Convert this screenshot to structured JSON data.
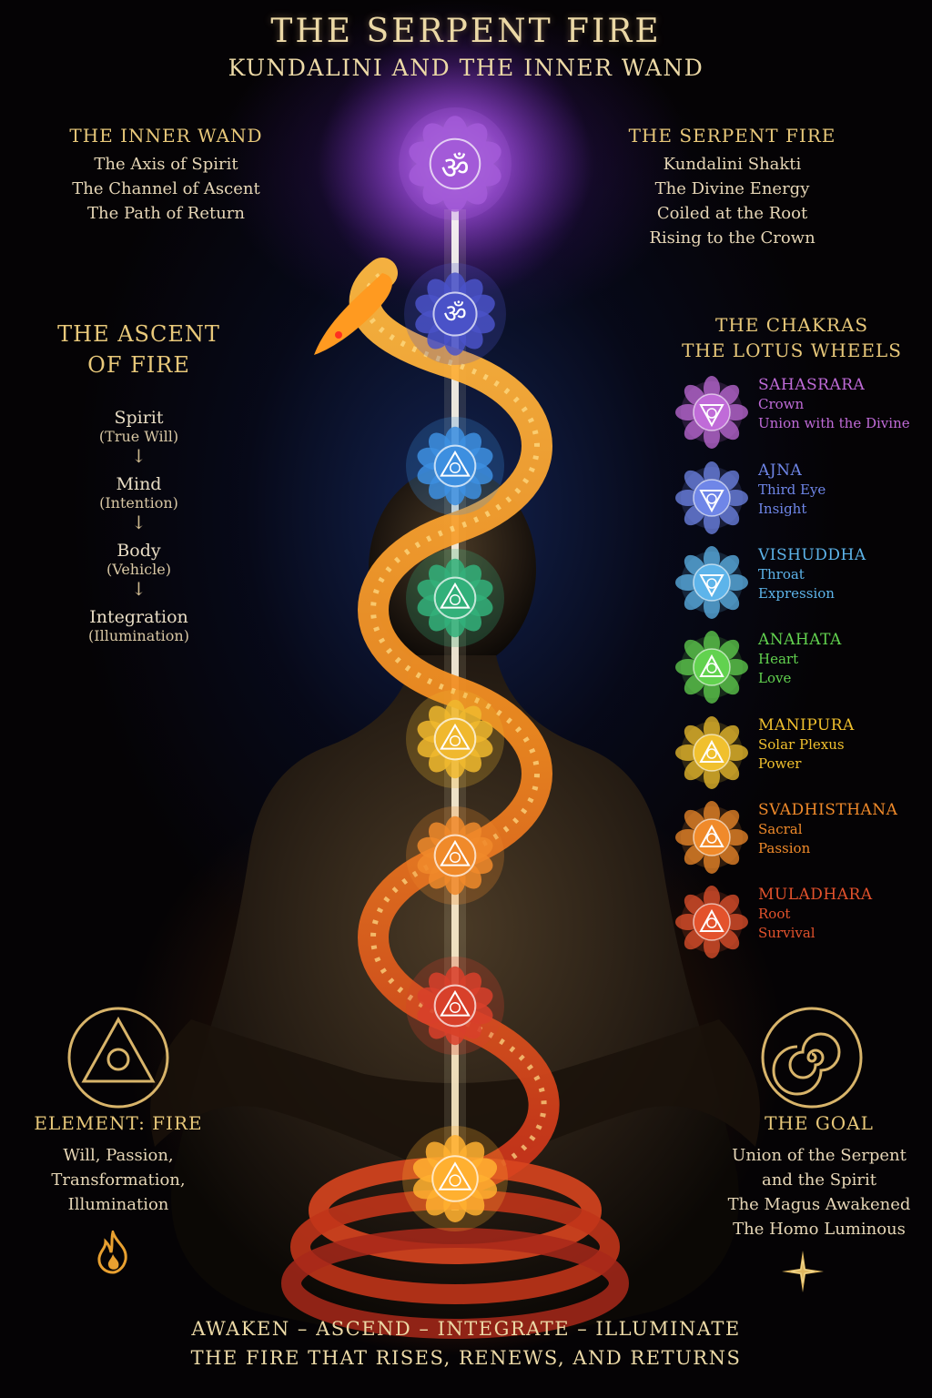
{
  "title": "THE SERPENT FIRE",
  "subtitle": "KUNDALINI AND THE INNER WAND",
  "inner_wand": {
    "heading": "THE INNER WAND",
    "lines": [
      "The Axis of Spirit",
      "The Channel of Ascent",
      "The Path of Return"
    ]
  },
  "serpent_fire": {
    "heading": "THE SERPENT FIRE",
    "lines": [
      "Kundalini Shakti",
      "The Divine Energy",
      "Coiled at the Root",
      "Rising to the Crown"
    ]
  },
  "ascent": {
    "heading_1": "THE ASCENT",
    "heading_2": "OF FIRE",
    "steps": [
      {
        "name": "Spirit",
        "note": "(True Will)"
      },
      {
        "name": "Mind",
        "note": "(Intention)"
      },
      {
        "name": "Body",
        "note": "(Vehicle)"
      },
      {
        "name": "Integration",
        "note": "(Illumination)"
      }
    ],
    "arrow": "↓"
  },
  "chakras_panel": {
    "heading_1": "THE CHAKRAS",
    "heading_2": "THE LOTUS WHEELS",
    "items": [
      {
        "name": "SAHASRARA",
        "location": "Crown",
        "meaning": "Union with the Divine",
        "color": "#c06bd8"
      },
      {
        "name": "AJNA",
        "location": "Third Eye",
        "meaning": "Insight",
        "color": "#6f86e8"
      },
      {
        "name": "VISHUDDHA",
        "location": "Throat",
        "meaning": "Expression",
        "color": "#5db4ea"
      },
      {
        "name": "ANAHATA",
        "location": "Heart",
        "meaning": "Love",
        "color": "#62d24f"
      },
      {
        "name": "MANIPURA",
        "location": "Solar Plexus",
        "meaning": "Power",
        "color": "#f0c02e"
      },
      {
        "name": "SVADHISTHANA",
        "location": "Sacral",
        "meaning": "Passion",
        "color": "#f08a2a"
      },
      {
        "name": "MULADHARA",
        "location": "Root",
        "meaning": "Survival",
        "color": "#e3522c"
      }
    ]
  },
  "element": {
    "heading": "ELEMENT: FIRE",
    "lines": [
      "Will, Passion,",
      "Transformation,",
      "Illumination"
    ],
    "icon": "triangle-circle-icon",
    "bottom_icon": "flame-icon"
  },
  "goal": {
    "heading": "THE GOAL",
    "lines": [
      "Union of the Serpent",
      "and the Spirit",
      "The Magus Awakened",
      "The Homo Luminous"
    ],
    "icon": "spiral-icon",
    "bottom_icon": "star-icon"
  },
  "central_symbols": {
    "crown": "ॐ",
    "third_eye": "ॐ"
  },
  "footer": {
    "line_1": "AWAKEN – ASCEND – INTEGRATE – ILLUMINATE",
    "line_2": "THE FIRE THAT RISES, RENEWS, AND RETURNS"
  },
  "colors": {
    "gold": "#e8c87a",
    "crown": "#a35ad8",
    "third_eye": "#4a52c8",
    "throat": "#3d8fe0",
    "heart": "#32b07a",
    "solar": "#f0b82e",
    "sacral": "#f08a2a",
    "root": "#d8402a",
    "serpent": "#f0a030"
  }
}
